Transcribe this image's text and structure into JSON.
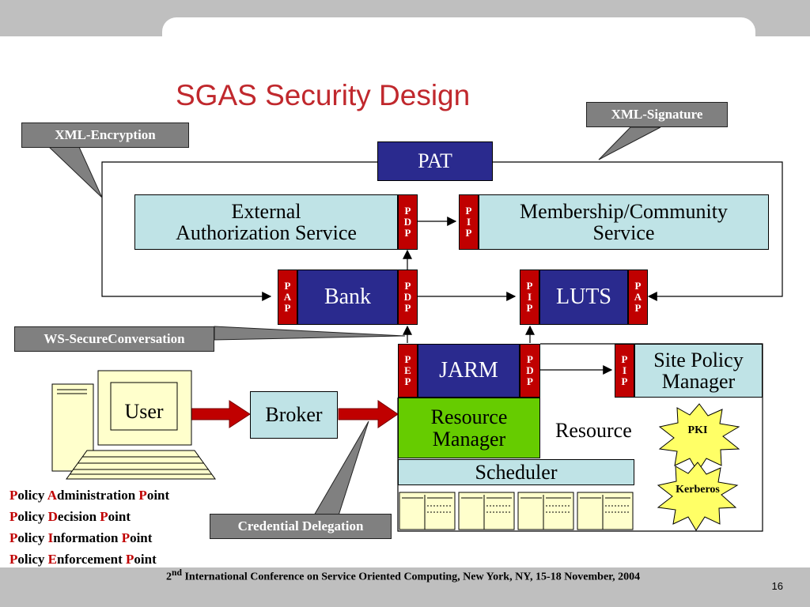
{
  "slide": {
    "title": "SGAS Security Design",
    "page_number": "16",
    "footer": {
      "sup_prefix": "2",
      "sup": "nd",
      "text": " International Conference on Service Oriented Computing, New York, NY, 15-18 November, 2004"
    }
  },
  "callouts": {
    "xml_encryption": "XML-Encryption",
    "xml_signature": "XML-Signature",
    "ws_secure": "WS-SecureConversation",
    "credential_delegation": "Credential Delegation"
  },
  "nodes": {
    "pat": "PAT",
    "external_auth_line1": "External",
    "external_auth_line2": "Authorization Service",
    "membership_line1": "Membership/Community",
    "membership_line2": "Service",
    "bank": "Bank",
    "luts": "LUTS",
    "jarm": "JARM",
    "site_policy_line1": "Site Policy",
    "site_policy_line2": "Manager",
    "user": "User",
    "broker": "Broker",
    "resource_manager_line1": "Resource",
    "resource_manager_line2": "Manager",
    "resource": "Resource",
    "scheduler": "Scheduler",
    "pki": "PKI",
    "kerberos": "Kerberos"
  },
  "tags": {
    "pdp": [
      "P",
      "D",
      "P"
    ],
    "pip": [
      "P",
      "I",
      "P"
    ],
    "pap": [
      "P",
      "A",
      "P"
    ],
    "pep": [
      "P",
      "E",
      "P"
    ]
  },
  "legend": [
    {
      "l1": "P",
      "r1": "olicy ",
      "l2": "A",
      "r2": "dministration ",
      "l3": "P",
      "r3": "oint"
    },
    {
      "l1": "P",
      "r1": "olicy ",
      "l2": "D",
      "r2": "ecision ",
      "l3": "P",
      "r3": "oint"
    },
    {
      "l1": "P",
      "r1": "olicy ",
      "l2": "I",
      "r2": "nformation ",
      "l3": "P",
      "r3": "oint"
    },
    {
      "l1": "P",
      "r1": "olicy ",
      "l2": "E",
      "r2": "nforcement ",
      "l3": "P",
      "r3": "oint"
    }
  ],
  "colors": {
    "title": "#c0282d",
    "navy": "#2a2a8e",
    "light_blue": "#bfe3e6",
    "tag_red": "#c00000",
    "green": "#66cc00",
    "callout_gray": "#808080",
    "burst_yellow": "#ffff66"
  }
}
